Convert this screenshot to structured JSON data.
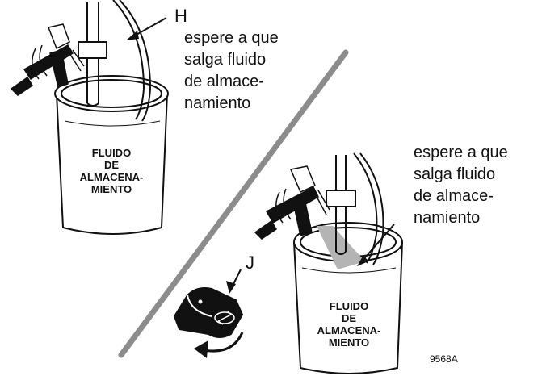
{
  "callout_h": {
    "letter": "H",
    "lines": [
      "espere a que",
      "salga fluido",
      "de almace-",
      "namiento"
    ]
  },
  "callout_right": {
    "lines": [
      "espere a que",
      "salga fluido",
      "de almace-",
      "namiento"
    ]
  },
  "callout_j": {
    "letter": "J"
  },
  "bucket_left_label": [
    "FLUIDO",
    "DE",
    "ALMACENA-",
    "MIENTO"
  ],
  "bucket_right_label": [
    "FLUIDO",
    "DE",
    "ALMACENA-",
    "MIENTO"
  ],
  "figure_code": "9568A",
  "colors": {
    "ink": "#111111",
    "divider": "#8c8c8c",
    "spray": "#b4b4b4",
    "fill_dark": "#111111"
  }
}
